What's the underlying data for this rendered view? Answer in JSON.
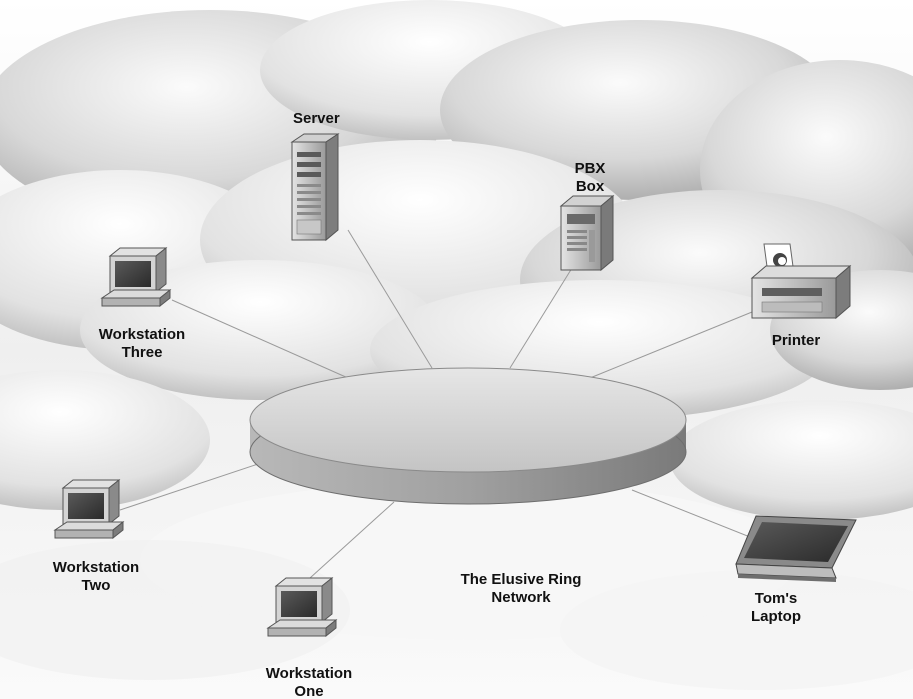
{
  "diagram": {
    "caption": [
      "The Elusive Ring",
      "Network"
    ],
    "ring": {
      "name": "ring-network"
    },
    "nodes": [
      {
        "id": "server",
        "icon": "server-tower-icon",
        "label": [
          "Server"
        ]
      },
      {
        "id": "pbx",
        "icon": "pbx-box-icon",
        "label": [
          "PBX",
          "Box"
        ]
      },
      {
        "id": "printer",
        "icon": "printer-icon",
        "label": [
          "Printer"
        ]
      },
      {
        "id": "laptop",
        "icon": "laptop-icon",
        "label": [
          "Tom's",
          "Laptop"
        ]
      },
      {
        "id": "ws1",
        "icon": "workstation-icon",
        "label": [
          "Workstation",
          "One"
        ]
      },
      {
        "id": "ws2",
        "icon": "workstation-icon",
        "label": [
          "Workstation",
          "Two"
        ]
      },
      {
        "id": "ws3",
        "icon": "workstation-icon",
        "label": [
          "Workstation",
          "Three"
        ]
      }
    ],
    "edges": [
      [
        "ring",
        "server"
      ],
      [
        "ring",
        "pbx"
      ],
      [
        "ring",
        "printer"
      ],
      [
        "ring",
        "laptop"
      ],
      [
        "ring",
        "ws1"
      ],
      [
        "ring",
        "ws2"
      ],
      [
        "ring",
        "ws3"
      ]
    ],
    "colors": {
      "cloud_dark": "#9c9c9c",
      "cloud_light": "#f4f4f4",
      "ring_top": "#d2d2d2",
      "ring_side": "#8e8e8e",
      "connector": "#9a9a9a",
      "label": "#111111"
    }
  }
}
